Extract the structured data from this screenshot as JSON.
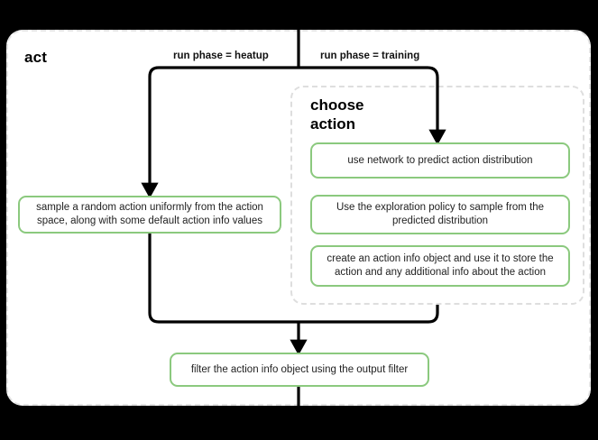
{
  "diagram": {
    "type": "flowchart",
    "title": "act",
    "background_color": "#000000",
    "panel_color": "#ffffff",
    "accent_color": "#8bc97e",
    "dashed_border_color": "#e3e3e3"
  },
  "container": {
    "label": "act"
  },
  "group": {
    "label": "choose\naction",
    "label_line1": "choose",
    "label_line2": "action"
  },
  "edges": [
    {
      "name": "heatup-branch",
      "label": "run phase = heatup"
    },
    {
      "name": "training-branch",
      "label": "run phase = training"
    }
  ],
  "edge_labels": {
    "heatup": "run phase = heatup",
    "training": "run phase = training"
  },
  "nodes": {
    "sample_random_action": "sample a random action uniformly from the action space, along with some default action info values",
    "use_network": "use network to predict action distribution",
    "exploration_policy": "Use the exploration policy to sample from the predicted distribution",
    "create_action_info": "create an action info object and use it to store the action and any additional info about the action",
    "filter_action_info": "filter the action info object using the output filter"
  }
}
